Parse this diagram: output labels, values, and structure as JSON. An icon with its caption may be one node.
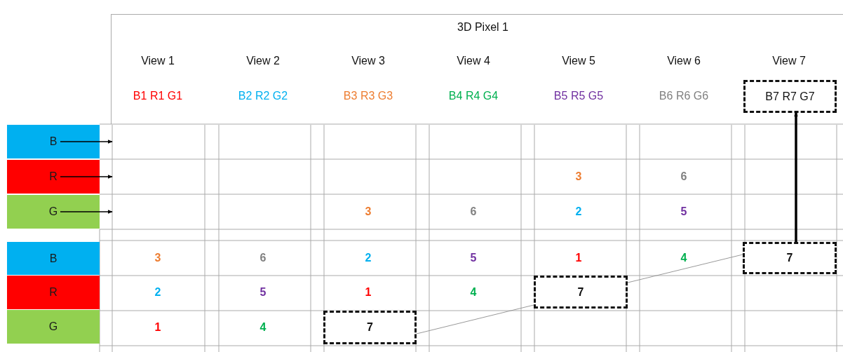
{
  "diagram": {
    "nodes": [
      {
        "text": [
          "3D Pixel 1"
        ]
      },
      {
        "text": [
          "B7 R7 G7"
        ],
        "in": 0
      },
      {
        "text": [
          "B"
        ]
      },
      {
        "text": [
          "R"
        ]
      },
      {
        "text": [
          "G"
        ]
      },
      {
        "text": [
          "B"
        ]
      },
      {
        "text": [
          "R"
        ]
      },
      {
        "text": [
          "G"
        ]
      },
      {
        "text": [
          "7"
        ]
      },
      {
        "text": [
          "7"
        ]
      },
      {
        "text": [
          "7"
        ]
      }
    ],
    "edges": [
      {
        "from": 2,
        "to": null,
        "arrow": "to"
      },
      {
        "from": 3,
        "to": null,
        "arrow": "to"
      },
      {
        "from": 4,
        "to": null,
        "arrow": "to"
      },
      {
        "from": 10,
        "to": 1,
        "arrow": "to",
        "style": "thick"
      },
      {
        "from": 8,
        "to": 9,
        "arrow": "none",
        "color": "#999999"
      },
      {
        "from": 9,
        "to": 10,
        "arrow": "none",
        "color": "#999999"
      }
    ],
    "labels": [
      "View 1",
      "View 2",
      "View 3",
      "View 4",
      "View 5",
      "View 6",
      "View 7",
      "B1 R1 G1",
      "B2 R2 G2",
      "B3 R3 G3",
      "B4 R4 G4",
      "B5 R5 G5",
      "B6 R6 G6",
      "3",
      "6",
      "3",
      "6",
      "2",
      "5",
      "3",
      "6",
      "2",
      "5",
      "1",
      "4",
      "2",
      "5",
      "1",
      "4",
      "1",
      "4"
    ]
  }
}
